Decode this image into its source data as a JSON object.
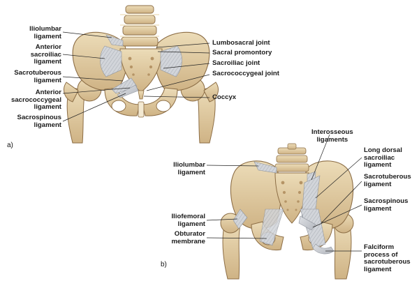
{
  "panel_a": {
    "tag": "a)",
    "labels": {
      "iliolumbar": "Iliolumbar\nligament",
      "anterior_sacroiliac": "Anterior\nsacroiliac\nligament",
      "sacrotuberous": "Sacrotuberous\nligament",
      "anterior_sacrococcygeal": "Anterior\nsacrococcygeal\nligament",
      "sacrospinous": "Sacrospinous\nligament",
      "lumbosacral_joint": "Lumbosacral joint",
      "sacral_promontory": "Sacral promontory",
      "sacroiliac_joint": "Sacroiliac joint",
      "sacrococcygeal_joint": "Sacrococcygeal joint",
      "coccyx": "Coccyx"
    }
  },
  "panel_b": {
    "tag": "b)",
    "labels": {
      "interosseous": "Interosseous\nligaments",
      "iliolumbar": "Iliolumbar\nligament",
      "long_dorsal_sacroiliac": "Long dorsal\nsacroiliac\nligament",
      "sacrotuberous": "Sacrotuberous\nligament",
      "sacrospinous": "Sacrospinous\nligament",
      "iliofemoral": "Iliofemoral\nligament",
      "obturator_membrane": "Obturator\nmembrane",
      "falciform_process": "Falciform\nprocess of\nsacrotuberous\nligament"
    }
  },
  "colors": {
    "bone": "#e2cfa6",
    "bone_shade": "#c9ad7c",
    "bone_outline": "#8c6d45",
    "ligament": "#c9ccd2",
    "ligament_line": "#8f949c",
    "cartilage": "#f3e9d2",
    "leader": "#222222"
  }
}
